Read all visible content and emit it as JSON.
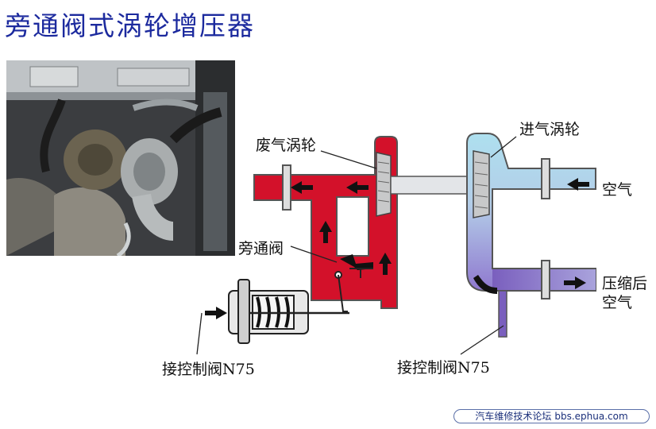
{
  "title": "旁通阀式涡轮增压器",
  "photo": {
    "icon": "engine-turbo-photo"
  },
  "labels": {
    "exhaust_turbine": "废气涡轮",
    "intake_turbine": "进气涡轮",
    "air_in": "空气",
    "compressed_air_line1": "压缩后",
    "compressed_air_line2": "空气",
    "bypass_valve": "旁通阀",
    "control_valve_left": "接控制阀N75",
    "control_valve_right": "接控制阀N75"
  },
  "footer": {
    "forum": "汽车维修技术论坛",
    "url": "bbs.ephua.com"
  },
  "colors": {
    "exhaust": "#d3112a",
    "intake_light": "#aee0ef",
    "intake_mid": "#a9a3dc",
    "intake_deep": "#7a5fbe",
    "title": "#1c2a9e"
  }
}
